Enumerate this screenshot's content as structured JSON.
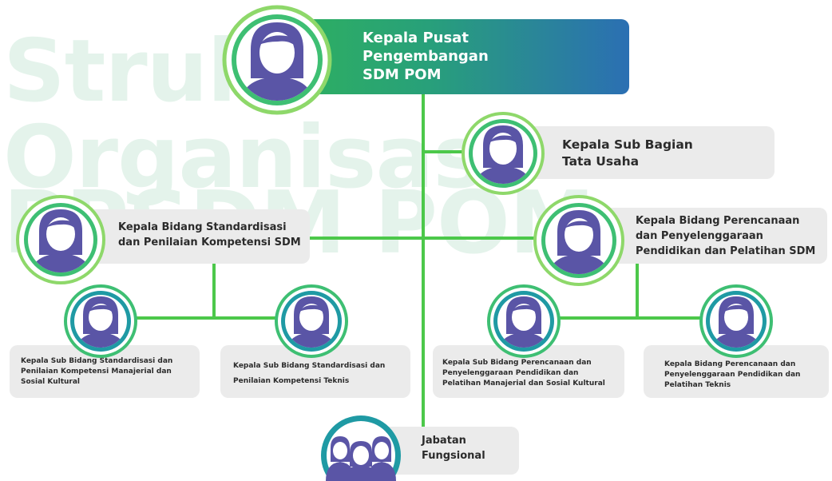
{
  "watermark": {
    "line1": "Struk",
    "line2": "Organisasi",
    "line3": "PPSDM POM"
  },
  "nodes": {
    "head": {
      "line1": "Kepala Pusat",
      "line2": "Pengembangan",
      "line3": "SDM POM"
    },
    "subbag": {
      "line1": "Kepala Sub Bagian",
      "line2": "Tata Usaha"
    },
    "bidang_std": {
      "line1": "Kepala Bidang Standardisasi",
      "line2": "dan Penilaian Kompetensi SDM"
    },
    "bidang_ren": {
      "line1": "Kepala Bidang Perencanaan",
      "line2": "dan Penyelenggaraan",
      "line3": "Pendidikan dan Pelatihan SDM"
    },
    "subbid_1": {
      "line1": "Kepala Sub Bidang Standardisasi dan",
      "line2": "Penilaian Kompetensi Manajerial dan",
      "line3": "Sosial Kultural"
    },
    "subbid_2": {
      "line1": "Kepala Sub Bidang Standardisasi dan",
      "line2": "Penilaian Kompetensi Teknis"
    },
    "subbid_3": {
      "line1": "Kepala Sub Bidang Perencanaan dan",
      "line2": "Penyelenggaraan Pendidikan dan",
      "line3": "Pelatihan Manajerial dan Sosial Kultural"
    },
    "subbid_4": {
      "line1": "Kepala Bidang Perencanaan dan",
      "line2": "Penyelenggaraan Pendidikan dan",
      "line3": "Pelatihan Teknis"
    },
    "fungsional": {
      "line1": "Jabatan",
      "line2": "Fungsional"
    }
  },
  "colors": {
    "line": "#4cc84a",
    "avatar_fill": "#5a55a6",
    "avatar_ring_main": "#3ebf73",
    "avatar_ring_sub": "#1f9aa4",
    "avatar_bg": "#ffffff",
    "box_bg": "#ebebeb"
  },
  "icons": {
    "person": "person-icon",
    "group": "group-icon"
  }
}
